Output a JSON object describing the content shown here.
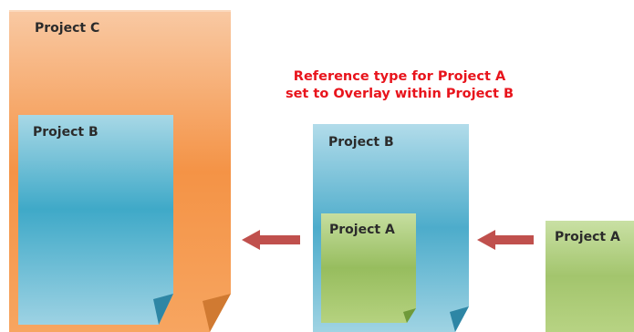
{
  "caption": {
    "line1": "Reference type for Project A",
    "line2": "set to Overlay within Project B"
  },
  "projects": {
    "c": {
      "label": "Project C"
    },
    "b_nested": {
      "label": "Project B"
    },
    "b": {
      "label": "Project B"
    },
    "a_nested": {
      "label": "Project A"
    },
    "a": {
      "label": "Project A"
    }
  },
  "colors": {
    "orange": "#f7a060",
    "blue": "#5db8d2",
    "green": "#a6c771",
    "arrow": "#c0504d",
    "caption": "#e8141c"
  }
}
